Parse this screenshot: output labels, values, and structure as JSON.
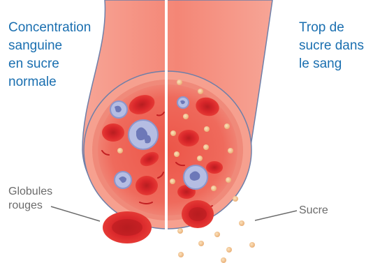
{
  "labels": {
    "normal_line1": "Concentration",
    "normal_line2": "sanguine",
    "normal_line3": "en sucre",
    "normal_line4": "normale",
    "high_line1": "Trop de",
    "high_line2": "sucre dans",
    "high_line3": "le sang",
    "rbc_line1": "Globules",
    "rbc_line2": "rouges",
    "sugar": "Sucre"
  },
  "colors": {
    "label_text": "#1a6fb0",
    "annotation_text": "#6b6b6b",
    "vessel_outer": "#f28b7a",
    "vessel_inner": "#ec5b4d",
    "red_cell": "#e0262a",
    "white_cell": "#9fa7d6",
    "sugar": "#f3c893"
  }
}
